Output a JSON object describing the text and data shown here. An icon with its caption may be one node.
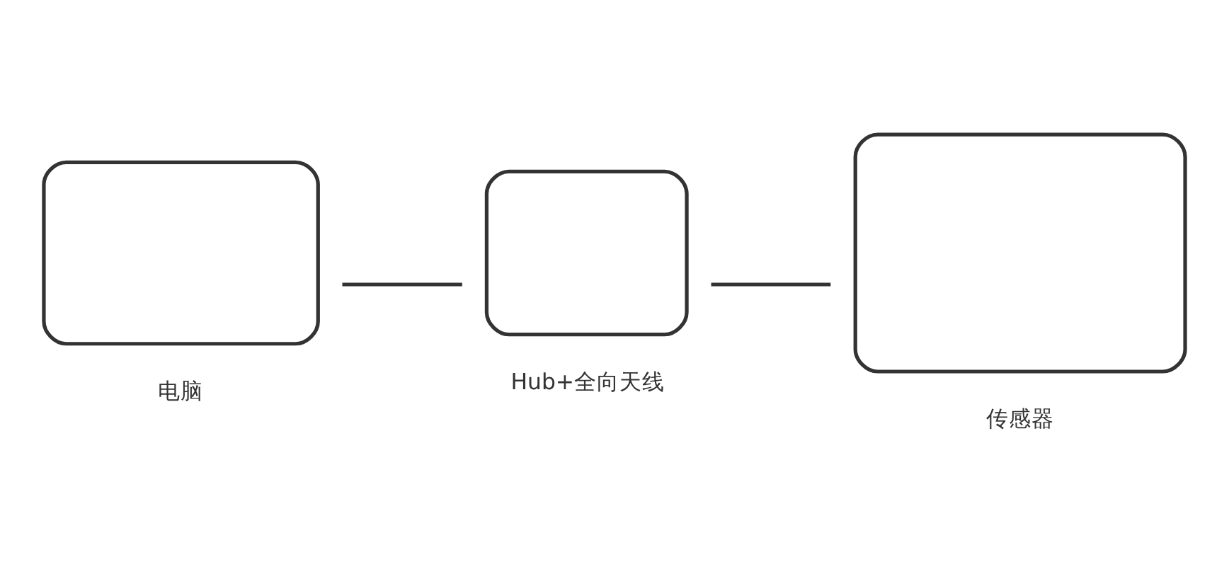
{
  "diagram": {
    "nodes": [
      {
        "text": [],
        "shape": "box",
        "beside": [
          "电脑"
        ]
      },
      {
        "text": [],
        "shape": "box",
        "beside": [
          "Hub+全向天线"
        ]
      },
      {
        "text": [],
        "shape": "box",
        "beside": [
          "传感器"
        ]
      }
    ],
    "edges": [
      {
        "from": 0,
        "to": 1,
        "arrow": "none"
      },
      {
        "from": 1,
        "to": 2,
        "arrow": "none"
      }
    ]
  }
}
